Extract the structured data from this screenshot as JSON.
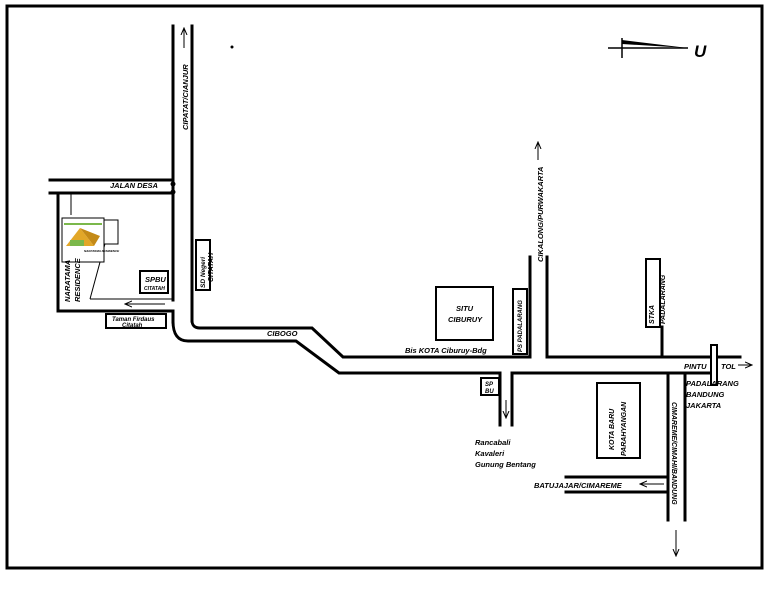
{
  "north": {
    "letter": "U"
  },
  "roads": {
    "cipatat": "CIPATAT/CIANJUR",
    "jalan_desa": "JALAN DESA",
    "cibogo": "CIBOGO",
    "bis_kota": "Bis KOTA Ciburuy-Bdg",
    "cikalong": "CIKALONG/PURWAKARTA",
    "pintu_tol": "PINTU",
    "tol": "TOL",
    "cimareme": "CIMAREME/CIMAHI/BANDUNG",
    "batujajar": "BATUJAJAR/CIMAREME",
    "rancabali": "Rancabali",
    "kavaleri": "Kavaleri",
    "gunung": "Gunung Bentang",
    "padalarang_dest": "PADALARANG",
    "bandung_dest": "BANDUNG",
    "jakarta_dest": "JAKARTA"
  },
  "places": {
    "naratama_1": "NARATAMA",
    "naratama_2": "RESIDENCE",
    "logo_text": "NARATAMA RESIDENCE",
    "spbu_citatah_1": "SPBU",
    "spbu_citatah_2": "CITATAH",
    "taman_1": "Taman Firdaus",
    "taman_2": "Citatah",
    "sd_1": "SD Negeri",
    "sd_2": "CITATAH",
    "situ_1": "SITU",
    "situ_2": "CIBURUY",
    "ps_padalarang": "PS PADALARANG",
    "stka_1": "STKA",
    "stka_2": "PADALARANG",
    "spbu_small_1": "SP",
    "spbu_small_2": "BU",
    "kota_baru_1": "KOTA BARU",
    "kota_baru_2": "PARAHYANGAN"
  }
}
